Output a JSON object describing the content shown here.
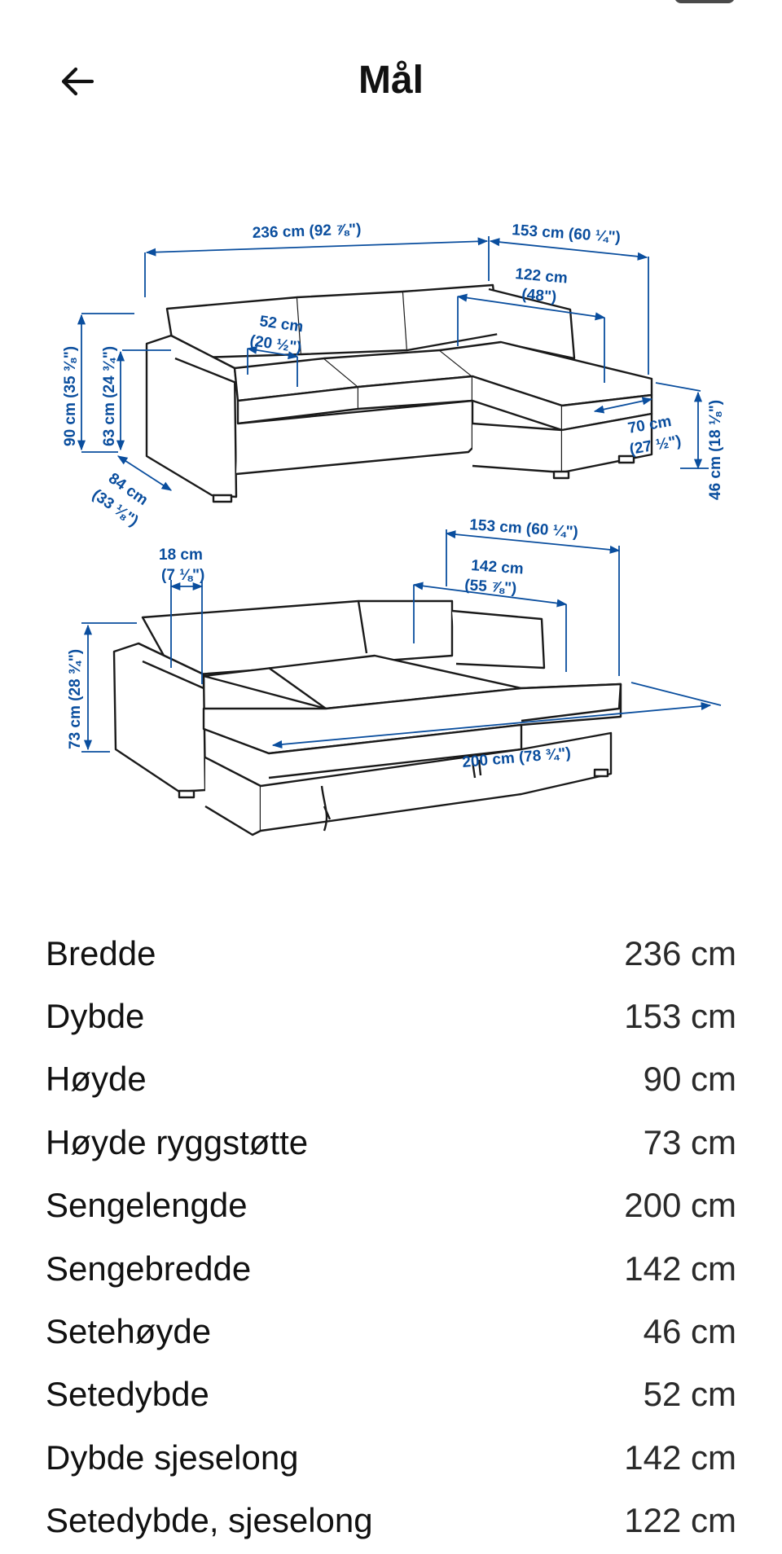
{
  "header": {
    "title": "Mål",
    "back_icon": "arrow-left-icon"
  },
  "diagram": {
    "top_view": {
      "total_width": "236 cm (92 ⅞\")",
      "chaise_width": "153 cm (60 ¼\")",
      "chaise_seat_depth_cm": "122 cm",
      "chaise_seat_depth_in": "(48\")",
      "seat_depth_cm": "52 cm",
      "seat_depth_in": "(20 ½\")",
      "total_height": "90 cm (35 ⅜\")",
      "arm_height": "63 cm (24 ¾\")",
      "depth_cm": "84 cm",
      "depth_in": "(33 ⅛\")",
      "chaise_depth_cm": "70 cm",
      "chaise_depth_in": "(27 ½\")",
      "seat_height": "46 cm (18 ⅛\")"
    },
    "bed_view": {
      "arm_width_cm": "18 cm",
      "arm_width_in": "(7 ⅛\")",
      "bed_width_outer": "153 cm (60 ¼\")",
      "bed_width_cm": "142 cm",
      "bed_width_in": "(55 ⅞\")",
      "back_height": "73 cm (28 ¾\")",
      "bed_length": "200 cm (78 ¾\")"
    },
    "colors": {
      "line": "#1a1a1a",
      "dimension": "#0a4e9e"
    }
  },
  "specs": [
    {
      "label": "Bredde",
      "value": "236 cm"
    },
    {
      "label": "Dybde",
      "value": "153 cm"
    },
    {
      "label": "Høyde",
      "value": "90 cm"
    },
    {
      "label": "Høyde ryggstøtte",
      "value": "73 cm"
    },
    {
      "label": "Sengelengde",
      "value": "200 cm"
    },
    {
      "label": "Sengebredde",
      "value": "142 cm"
    },
    {
      "label": "Setehøyde",
      "value": "46 cm"
    },
    {
      "label": "Setedybde",
      "value": "52 cm"
    },
    {
      "label": "Dybde sjeselong",
      "value": "142 cm"
    },
    {
      "label": "Setedybde, sjeselong",
      "value": "122 cm"
    }
  ]
}
